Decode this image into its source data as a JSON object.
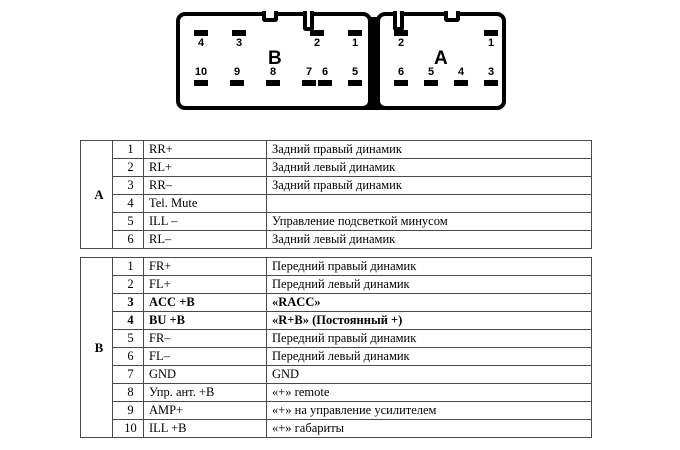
{
  "connector": {
    "blocks": [
      {
        "letter": "B",
        "name": "connector-block-b",
        "top_pins": [
          "4",
          "3",
          "2",
          "1"
        ],
        "bottom_pins": [
          "10",
          "9",
          "8",
          "7",
          "6",
          "5"
        ]
      },
      {
        "letter": "A",
        "name": "connector-block-a",
        "top_pins": [
          "2",
          "1"
        ],
        "bottom_pins": [
          "6",
          "5",
          "4",
          "3"
        ]
      }
    ]
  },
  "tables": [
    {
      "id": "table-a",
      "group": "A",
      "rows": [
        {
          "num": "1",
          "signal": "RR+",
          "desc": "Задний правый динамик",
          "bold": false
        },
        {
          "num": "2",
          "signal": "RL+",
          "desc": "Задний левый динамик",
          "bold": false
        },
        {
          "num": "3",
          "signal": "RR–",
          "desc": "Задний правый динамик",
          "bold": false
        },
        {
          "num": "4",
          "signal": "Tel. Mute",
          "desc": "",
          "bold": false
        },
        {
          "num": "5",
          "signal": "ILL –",
          "desc": "Управление подсветкой минусом",
          "bold": false
        },
        {
          "num": "6",
          "signal": "RL–",
          "desc": "Задний левый динамик",
          "bold": false
        }
      ]
    },
    {
      "id": "table-b",
      "group": "B",
      "rows": [
        {
          "num": "1",
          "signal": "FR+",
          "desc": "Передний правый динамик",
          "bold": false
        },
        {
          "num": "2",
          "signal": "FL+",
          "desc": "Передний левый динамик",
          "bold": false
        },
        {
          "num": "3",
          "signal": "ACC +B",
          "desc": "«RACC»",
          "bold": true
        },
        {
          "num": "4",
          "signal": "BU +B",
          "desc": "«R+B» (Постоянный +)",
          "bold": true
        },
        {
          "num": "5",
          "signal": "FR–",
          "desc": "Передний правый динамик",
          "bold": false
        },
        {
          "num": "6",
          "signal": "FL–",
          "desc": "Передний левый динамик",
          "bold": false
        },
        {
          "num": "7",
          "signal": "GND",
          "desc": "GND",
          "bold": false
        },
        {
          "num": "8",
          "signal": "Упр.  ант. +B",
          "desc": "«+» remote",
          "bold": false
        },
        {
          "num": "9",
          "signal": "AMP+",
          "desc": "«+» на управление усилителем",
          "bold": false
        },
        {
          "num": "10",
          "signal": "ILL +B",
          "desc": "«+» габариты",
          "bold": false
        }
      ]
    }
  ],
  "colors": {
    "ink": "#000000",
    "grid": "#4a4a4a",
    "background": "#ffffff"
  }
}
